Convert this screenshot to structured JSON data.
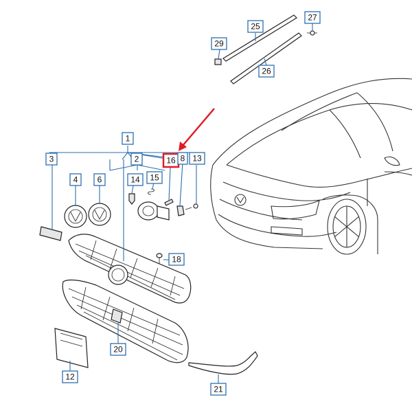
{
  "diagram": {
    "labels": [
      {
        "id": "1",
        "text": "1"
      },
      {
        "id": "2",
        "text": "2"
      },
      {
        "id": "3",
        "text": "3"
      },
      {
        "id": "4",
        "text": "4"
      },
      {
        "id": "6",
        "text": "6"
      },
      {
        "id": "14",
        "text": "14"
      },
      {
        "id": "15",
        "text": "15"
      },
      {
        "id": "16",
        "text": "16"
      },
      {
        "id": "8",
        "text": "8"
      },
      {
        "id": "13",
        "text": "13"
      },
      {
        "id": "18",
        "text": "18"
      },
      {
        "id": "20",
        "text": "20"
      },
      {
        "id": "12",
        "text": "12"
      },
      {
        "id": "21",
        "text": "21"
      },
      {
        "id": "25",
        "text": "25"
      },
      {
        "id": "26",
        "text": "26"
      },
      {
        "id": "27",
        "text": "27"
      },
      {
        "id": "29",
        "text": "29"
      }
    ],
    "highlighted_label": "16",
    "colors": {
      "label_border": "#2b6fb0",
      "highlight": "#e01b24",
      "arrow": "#e01b24"
    }
  }
}
